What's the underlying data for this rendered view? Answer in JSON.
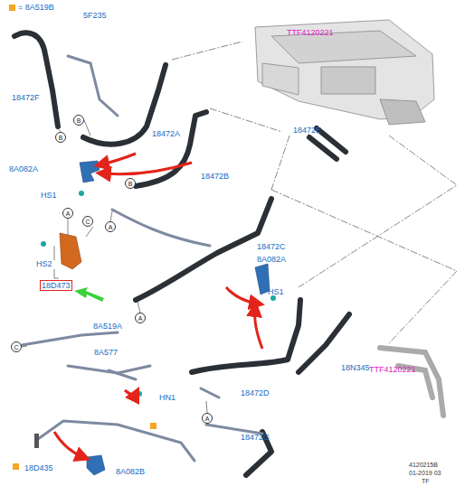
{
  "diagram": {
    "nodes": [
      {
        "text": [
          "B"
        ]
      },
      {
        "text": [
          "B"
        ]
      },
      {
        "text": [
          "B"
        ]
      },
      {
        "text": [
          "A"
        ]
      },
      {
        "text": [
          "C"
        ]
      },
      {
        "text": [
          "A"
        ]
      },
      {
        "text": [
          "A"
        ]
      },
      {
        "text": [
          "C"
        ]
      },
      {
        "text": [
          "A"
        ]
      }
    ],
    "labels": [
      "5F235",
      "TTF4120221",
      "18472F",
      "18472E",
      "18472A",
      "8A082A",
      "18472B",
      "HS1",
      "18472C",
      "8A082A",
      "HS2",
      "18D473",
      "HS1",
      "8A519A",
      "8A577",
      "18N345",
      "TTF4120221",
      "18472D",
      "HN1",
      "18472G",
      "4120215B",
      "01-2019 03",
      "TF",
      "18D435",
      "8A082B"
    ],
    "legend": [
      {
        "text": "= 8A519B",
        "color": "#f5a623"
      }
    ]
  }
}
